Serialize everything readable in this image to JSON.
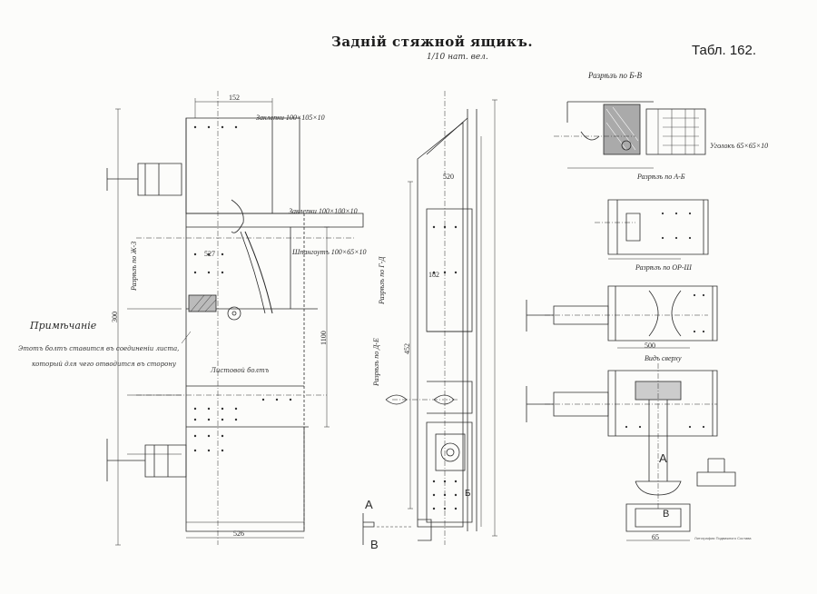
{
  "header": {
    "title": "Задній стяжной ящикъ.",
    "table_number": "Табл. 162.",
    "scale_note": "1/10 нат. вел."
  },
  "views": {
    "section_bv": "Разрѣзъ по Б-В",
    "section_ab": "Разрѣзъ по А-Б",
    "section_gd": "Разрѣзъ по Г-Д",
    "section_dd": "Разрѣзъ по Д-Е",
    "section_zh": "Разрѣзъ по Ж-З",
    "section_oo": "Разрѣзъ по ОР-Ш",
    "view_from_above": "Видъ сверху"
  },
  "remarks": {
    "title": "Примѣчаніе",
    "line1": "Этотъ болтъ ставится въ соединеніи листа,",
    "line2": "который для чего отводится въ сторону",
    "line3": "Листовой болтъ"
  },
  "labels": {
    "a_top": "А",
    "b_bottom": "Б",
    "v_bottom": "В",
    "a_right": "А",
    "v_right": "В",
    "dim_top": "152",
    "dim_527": "527",
    "dim_300": "300",
    "dim_1100": "1100",
    "dim_452": "452",
    "dim_520": "520",
    "dim_182": "182",
    "dim_526": "526",
    "dim_500": "500",
    "dim_65": "65",
    "rivet_note_1": "Заклепки 100×105×10",
    "rivet_note_2": "Заклепки 100×100×10",
    "rivet_note_3": "Шпангоутъ 100×65×10",
    "rivet_note_4": "Уголокъ 65×65×10"
  },
  "footer": {
    "printer": "Литография Подвижного Состава"
  }
}
